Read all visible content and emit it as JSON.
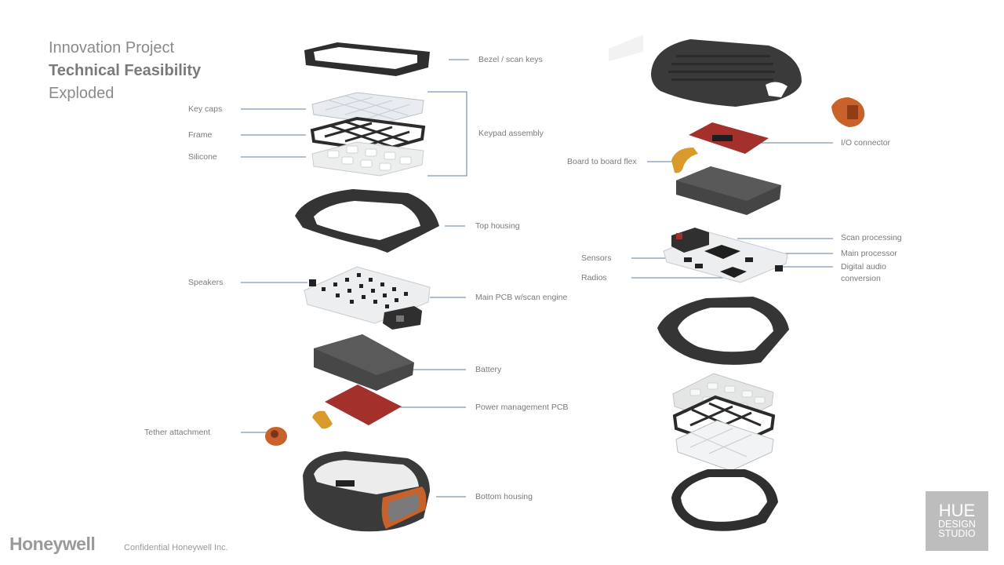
{
  "title": {
    "line1": "Innovation Project",
    "line2": "Technical Feasibility",
    "line3": "Exploded"
  },
  "labels": {
    "bezel": "Bezel / scan keys",
    "key_caps": "Key caps",
    "frame": "Frame",
    "silicone": "Silicone",
    "keypad_assembly": "Keypad assembly",
    "top_housing": "Top housing",
    "speakers": "Speakers",
    "main_pcb": "Main PCB w/scan engine",
    "battery": "Battery",
    "power_pcb": "Power management PCB",
    "tether": "Tether attachment",
    "bottom_housing": "Bottom housing",
    "io_connector": "I/O connector",
    "board_flex": "Board to board flex",
    "scan_processing": "Scan processing",
    "main_processor": "Main processor",
    "sensors": "Sensors",
    "radios": "Radios",
    "digital_audio_1": "Digital audio",
    "digital_audio_2": "conversion"
  },
  "footer": {
    "brand": "Honeywell",
    "confidential": "Confidential Honeywell Inc.",
    "studio_logo_1": "HUE",
    "studio_logo_2": "DESIGN",
    "studio_logo_3": "STUDIO"
  },
  "colors": {
    "leader_line": "#5b7fa3",
    "housing": "#3d3d3d",
    "pcb_red": "#a3302a",
    "orange": "#c8622a",
    "flex": "#d99a2b",
    "key_translucent": "#e8ecf0"
  }
}
